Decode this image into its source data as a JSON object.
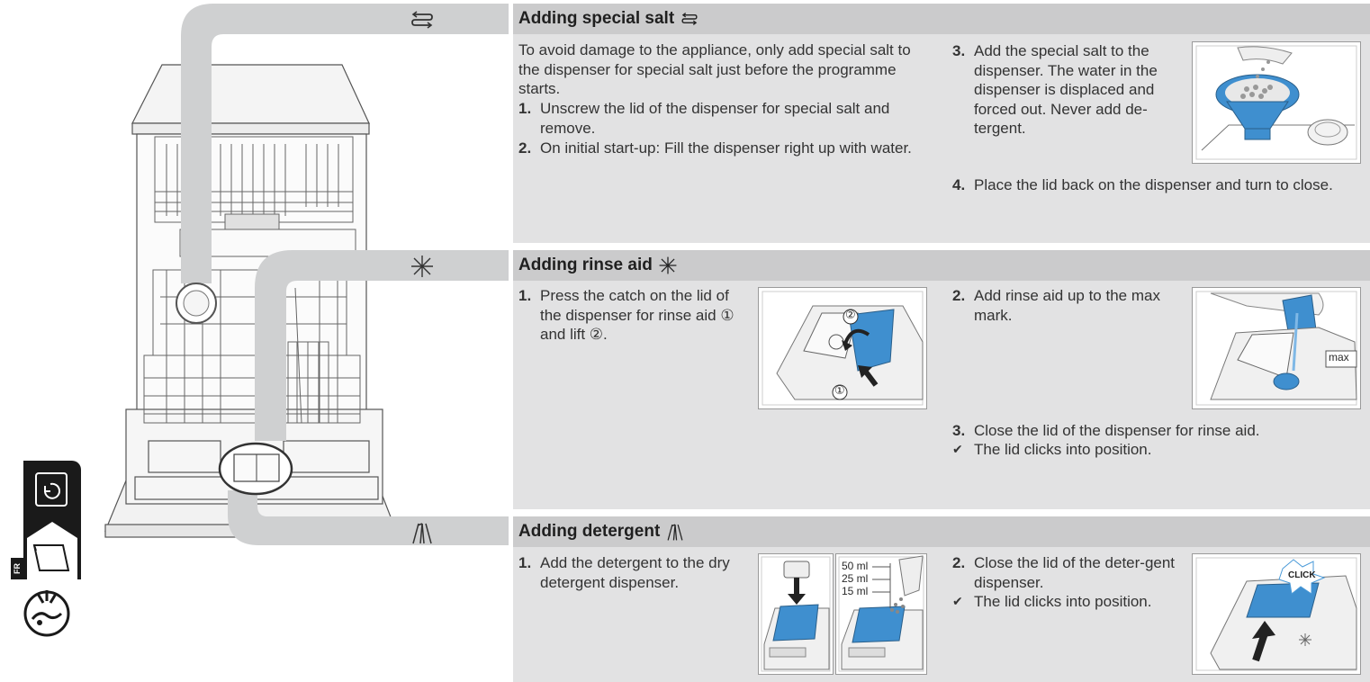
{
  "left": {
    "connectors": [
      {
        "symbol_icon": "salt-icon"
      },
      {
        "symbol_icon": "rinse-aid-icon"
      },
      {
        "symbol_icon": "detergent-icon"
      }
    ],
    "sidebar_tab_label": "FR",
    "sidebar_icons": [
      "salt-refill-icon",
      "drawer-icon",
      "dishwasher-spray-icon"
    ]
  },
  "sections": {
    "salt": {
      "title": "Adding special salt",
      "intro": "To avoid damage to the appliance, only add special salt to the dispenser for special salt just before the programme starts.",
      "steps": [
        {
          "num": "1.",
          "text": "Unscrew the lid of the dispenser for special salt and remove."
        },
        {
          "num": "2.",
          "text": "On initial start-up: Fill the dispenser right up with water."
        },
        {
          "num": "3.",
          "text": "Add the special salt to the dispenser. The water in the dispenser is displaced and forced out. Never add de-tergent."
        },
        {
          "num": "4.",
          "text": "Place the lid back on the dispenser and turn to close."
        }
      ]
    },
    "rinse": {
      "title": "Adding rinse aid",
      "steps": [
        {
          "num": "1.",
          "text": "Press the catch on the lid of the dispenser for rinse aid ① and lift ②."
        },
        {
          "num": "2.",
          "text": "Add rinse aid up to the max mark."
        },
        {
          "num": "3.",
          "text": "Close the lid of the dispenser for rinse aid."
        }
      ],
      "result": "The lid clicks into position.",
      "callouts": {
        "one": "①",
        "two": "②",
        "max": "max"
      }
    },
    "detergent": {
      "title": "Adding detergent",
      "steps": [
        {
          "num": "1.",
          "text": "Add the detergent to the dry detergent dispenser."
        },
        {
          "num": "2.",
          "text": "Close the lid of the deter-gent dispenser."
        }
      ],
      "result": "The lid clicks into position.",
      "measures": [
        "50 ml",
        "25 ml",
        "15 ml"
      ],
      "click_label": "CLICK"
    }
  },
  "colors": {
    "band": "#cfd0d1",
    "panel": "#e2e2e3",
    "header": "#cbcbcc",
    "blue": "#3f8fcf"
  }
}
